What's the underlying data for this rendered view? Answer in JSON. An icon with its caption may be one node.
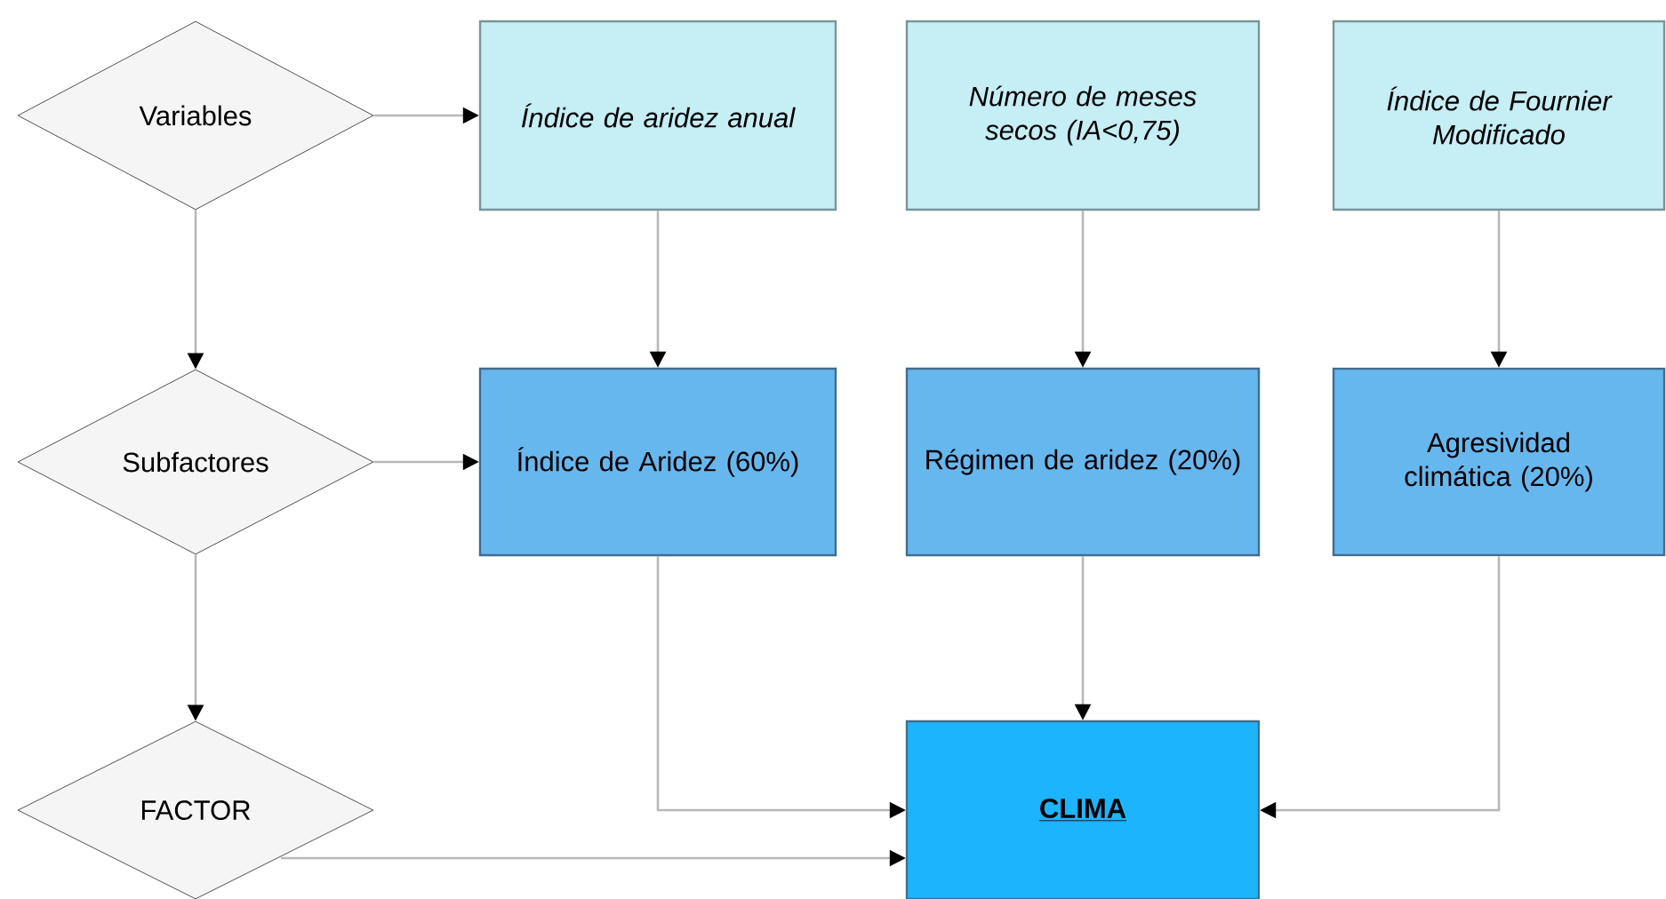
{
  "diagram": {
    "nodes": [
      {
        "text": [
          "Variables"
        ]
      },
      {
        "text": [
          "Índice de aridez anual"
        ]
      },
      {
        "text": [
          "Número de meses secos (IA<0,75)"
        ]
      },
      {
        "text": [
          "Índice de Fournier Modificado"
        ]
      },
      {
        "text": [
          "Subfactores"
        ]
      },
      {
        "text": [
          "Índice de Aridez (60%)"
        ]
      },
      {
        "text": [
          "Régimen de aridez (20%)"
        ]
      },
      {
        "text": [
          "Agresividad climática (20%)"
        ]
      },
      {
        "text": [
          "FACTOR"
        ]
      },
      {
        "text": [
          "CLIMA"
        ]
      }
    ],
    "edges": [
      {
        "from": 0,
        "to": 1,
        "arrow": "to"
      },
      {
        "from": 0,
        "to": 4,
        "arrow": "to"
      },
      {
        "from": 1,
        "to": 5,
        "arrow": "to"
      },
      {
        "from": 2,
        "to": 6,
        "arrow": "to"
      },
      {
        "from": 3,
        "to": 7,
        "arrow": "to"
      },
      {
        "from": 4,
        "to": 5,
        "arrow": "to"
      },
      {
        "from": 4,
        "to": 8,
        "arrow": "to"
      },
      {
        "from": 5,
        "to": 9,
        "arrow": "to"
      },
      {
        "from": 6,
        "to": 9,
        "arrow": "to"
      },
      {
        "from": 7,
        "to": 9,
        "arrow": "to"
      },
      {
        "from": 8,
        "to": 9,
        "arrow": "to"
      }
    ]
  }
}
